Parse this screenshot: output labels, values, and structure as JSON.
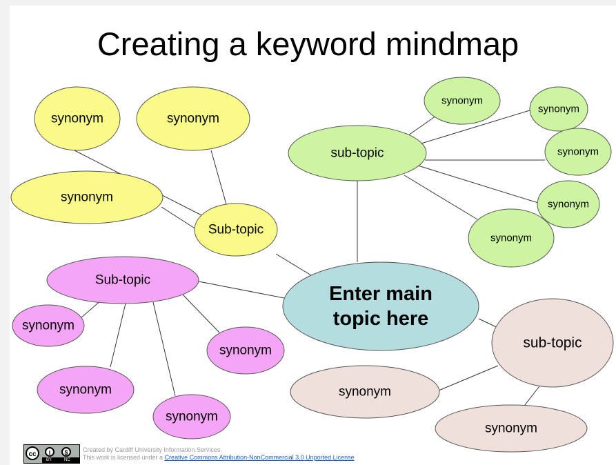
{
  "title": "Creating a keyword mindmap",
  "main_topic": {
    "line1": "Enter main",
    "line2": "topic here",
    "fill": "#b5dde0"
  },
  "branches": [
    {
      "name": "yellow",
      "fill": "#fafa88",
      "subtopic": "Sub-topic",
      "synonyms": [
        "synonym",
        "synonym",
        "synonym"
      ]
    },
    {
      "name": "green",
      "fill": "#cdf5a1",
      "subtopic": "sub-topic",
      "synonyms": [
        "synonym",
        "synonym",
        "synonym",
        "synonym",
        "synonym"
      ]
    },
    {
      "name": "pink",
      "fill": "#f5a5f5",
      "subtopic": "Sub-topic",
      "synonyms": [
        "synonym",
        "synonym",
        "synonym",
        "synonym"
      ]
    },
    {
      "name": "rose",
      "fill": "#efe0dc",
      "subtopic": "sub-topic",
      "synonyms": [
        "synonym",
        "synonym"
      ]
    }
  ],
  "footer": {
    "badge": {
      "cc": "cc",
      "by": "BY",
      "nc": "NC"
    },
    "line1": "Created by Cardiff University Information Services.",
    "line2_prefix": "This work is licensed under a ",
    "license_link": "Creative Commons Attribution-NonCommercial 3.0 Unported License"
  }
}
